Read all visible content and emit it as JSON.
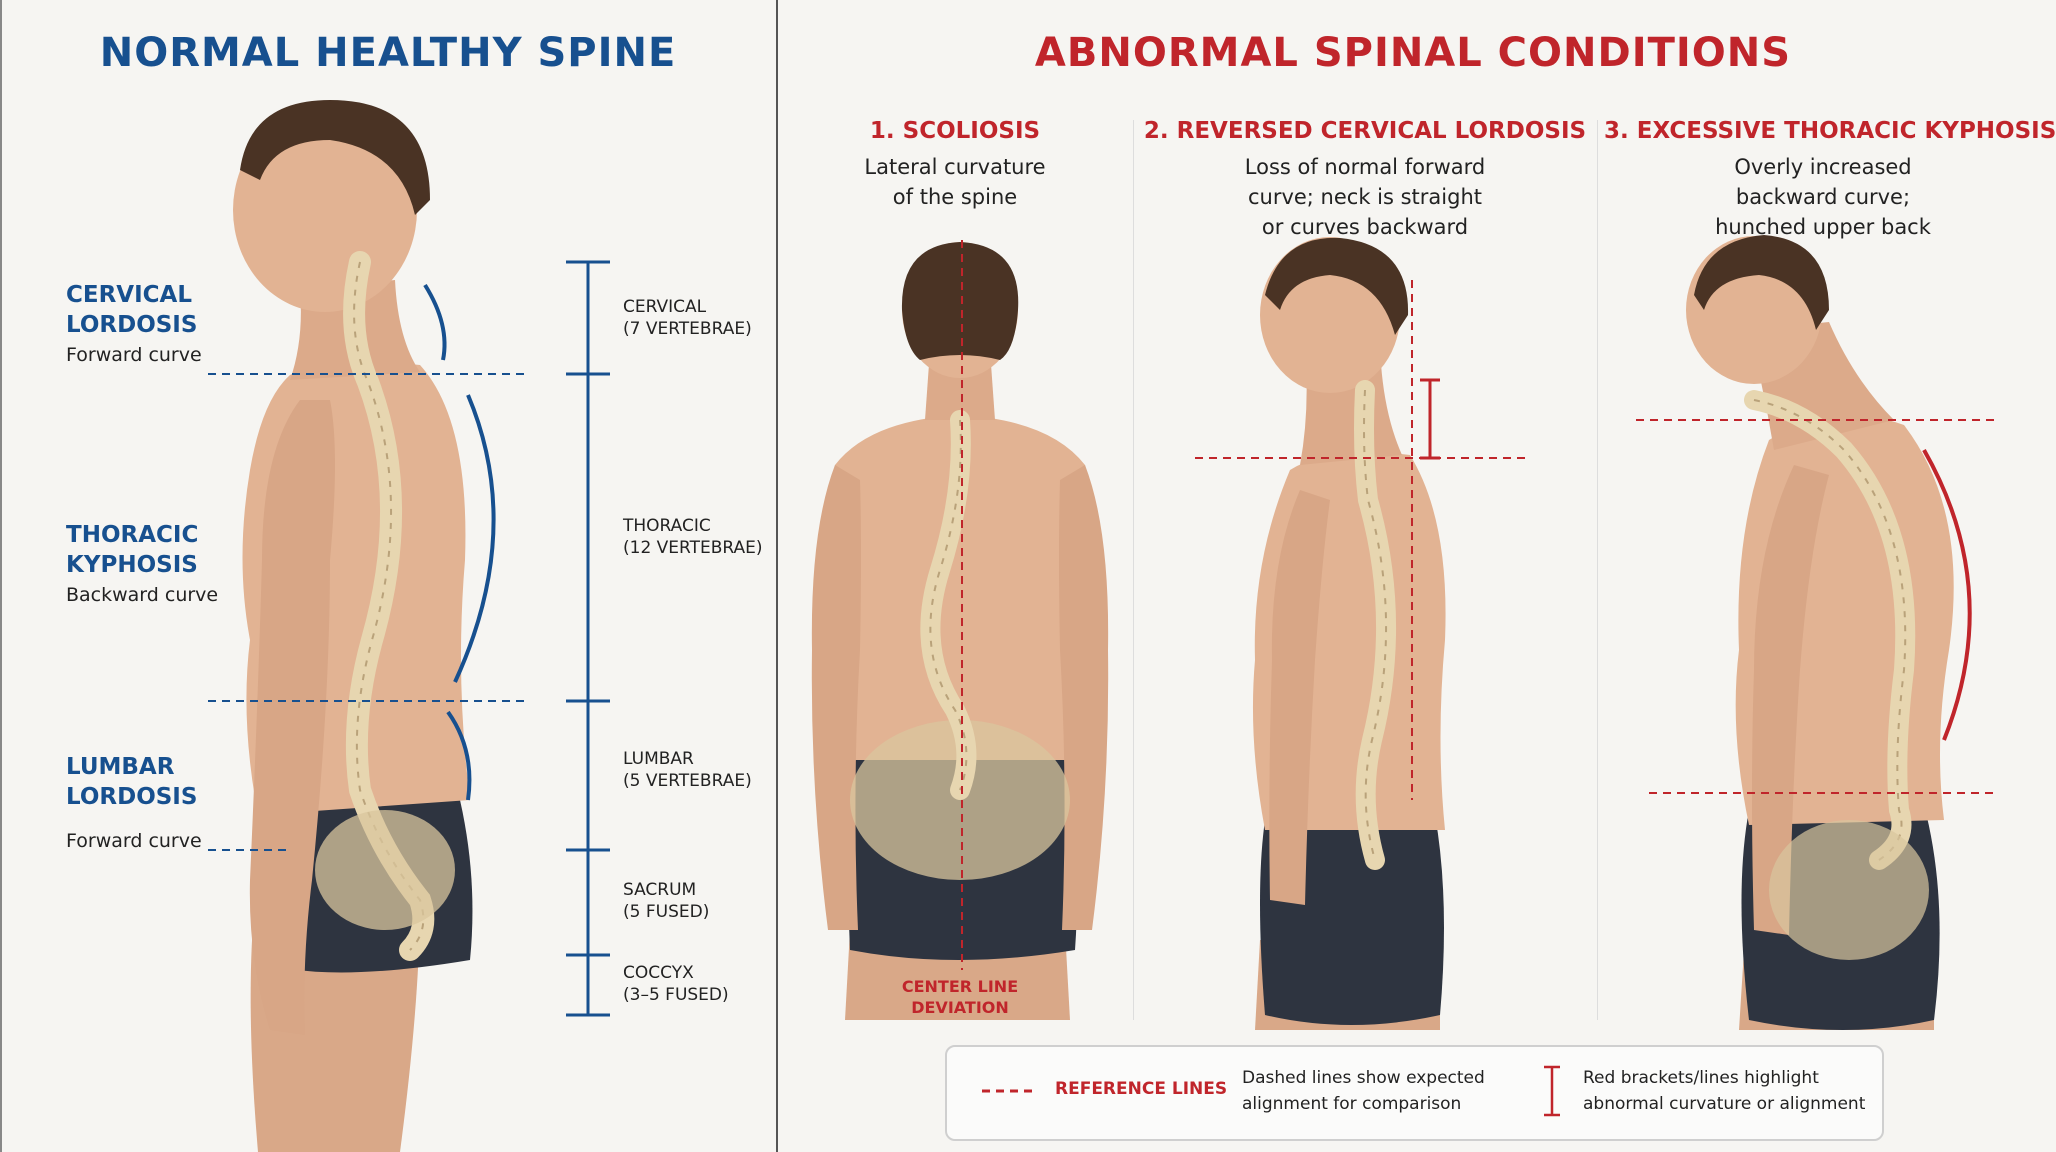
{
  "normal": {
    "title": "NORMAL HEALTHY SPINE",
    "regions": [
      {
        "name": "CERVICAL\nLORDOSIS",
        "desc": "Forward curve"
      },
      {
        "name": "THORACIC\nKYPHOSIS",
        "desc": "Backward curve"
      },
      {
        "name": "LUMBAR\nLORDOSIS",
        "desc": "Forward curve"
      }
    ],
    "vertebrae": [
      {
        "name": "CERVICAL",
        "count": "(7 VERTEBRAE)"
      },
      {
        "name": "THORACIC",
        "count": "(12 VERTEBRAE)"
      },
      {
        "name": "LUMBAR",
        "count": "(5 VERTEBRAE)"
      },
      {
        "name": "SACRUM",
        "count": "(5 FUSED)"
      },
      {
        "name": "COCCYX",
        "count": "(3–5 FUSED)"
      }
    ]
  },
  "abnormal": {
    "title": "ABNORMAL SPINAL CONDITIONS",
    "conditions": [
      {
        "title": "1. SCOLIOSIS",
        "desc": "Lateral curvature\nof the spine",
        "annotation": "CENTER LINE\nDEVIATION"
      },
      {
        "title": "2. REVERSED CERVICAL LORDOSIS",
        "desc": "Loss of normal forward\ncurve; neck is straight\nor curves backward"
      },
      {
        "title": "3. EXCESSIVE THORACIC KYPHOSIS",
        "desc": "Overly increased\nbackward curve;\nhunched upper back"
      }
    ]
  },
  "legend": {
    "reference_label": "REFERENCE LINES",
    "reference_desc": "Dashed lines show expected\nalignment for comparison",
    "bracket_desc": "Red brackets/lines highlight\nabnormal curvature or alignment"
  },
  "colors": {
    "normal_accent": "#17508f",
    "abnormal_accent": "#c0252b",
    "skin": "#e2b393",
    "bone": "#e7d6b0",
    "shorts": "#2e3440",
    "hair": "#4a3324"
  }
}
